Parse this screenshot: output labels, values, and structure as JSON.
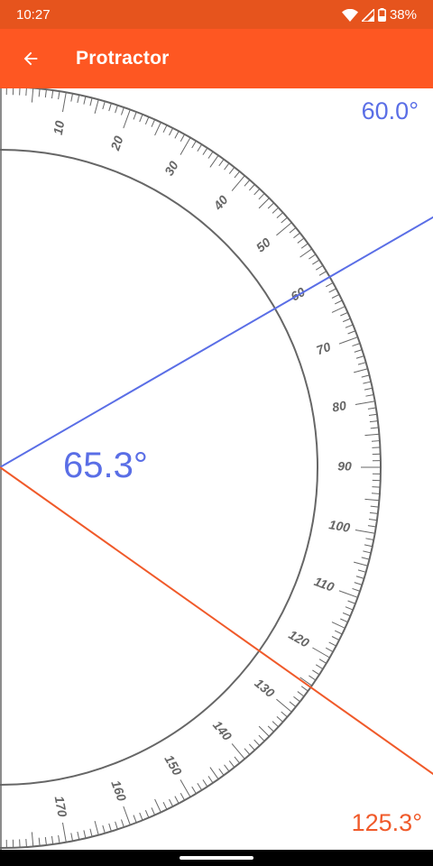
{
  "status_bar": {
    "time": "10:27",
    "battery": "38%",
    "icons": [
      "wifi-icon",
      "cell-signal-icon",
      "battery-icon"
    ]
  },
  "app_bar": {
    "title": "Protractor",
    "back_icon": "arrow-left-icon"
  },
  "protractor": {
    "scale_labels": [
      "10",
      "20",
      "30",
      "40",
      "50",
      "60",
      "70",
      "80",
      "90",
      "100",
      "110",
      "120",
      "130",
      "140",
      "150",
      "160",
      "170"
    ],
    "arm1_angle": 60.0,
    "arm2_angle": 125.3
  },
  "readouts": {
    "arm1": "60.0°",
    "arm2": "125.3°",
    "difference": "65.3°"
  },
  "colors": {
    "app_bar": "#fe5722",
    "status_bar": "#e6541d",
    "arm1": "#5a6ee6",
    "arm2": "#f05a2a",
    "scale": "#666666"
  }
}
